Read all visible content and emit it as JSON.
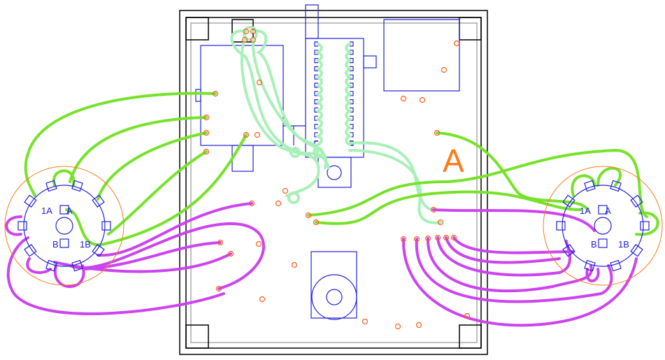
{
  "diagram": {
    "board_label": "A",
    "left_connector": {
      "labels": {
        "one_a": "1A",
        "a": "A",
        "b": "B",
        "one_b": "1B"
      }
    },
    "right_connector": {
      "labels": {
        "one_a": "1A",
        "a": "A",
        "b": "B",
        "one_b": "1B"
      }
    },
    "colors": {
      "outline": "#000000",
      "component": "#2222dd",
      "hole": "#ff5a1a",
      "wire_green": "#77e22a",
      "wire_lightgreen": "#a8f0b8",
      "wire_purple": "#cc44ee",
      "label": "#ff7a1a"
    }
  }
}
